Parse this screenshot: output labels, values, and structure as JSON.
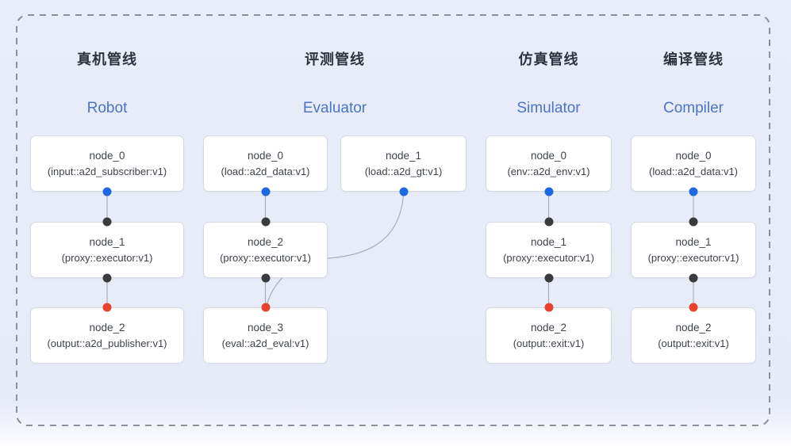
{
  "diagram": {
    "description_colors": {
      "background": "#e8ecf8",
      "frame_dash": "#8a909c",
      "node_background": "#ffffff",
      "node_border": "#d6dae3",
      "edge_line": "#a8aeb9",
      "output_port": "#1d6ae0",
      "proxy_port": "#3b3b3e",
      "sink_port": "#e8412c",
      "title_cn": "#2e333b",
      "title_en": "#4c73c6"
    },
    "pipelines": [
      {
        "title": "真机管线",
        "subtitle": "Robot",
        "nodes": [
          {
            "name": "node_0",
            "type": "(input::a2d_subscriber:v1)"
          },
          {
            "name": "node_1",
            "type": "(proxy::executor:v1)"
          },
          {
            "name": "node_2",
            "type": "(output::a2d_publisher:v1)"
          }
        ],
        "edges": [
          {
            "from": "node_0",
            "to": "node_1"
          },
          {
            "from": "node_1",
            "to": "node_2"
          }
        ]
      },
      {
        "title": "评测管线",
        "subtitle": "Evaluator",
        "nodes": [
          {
            "name": "node_0",
            "type": "(load::a2d_data:v1)"
          },
          {
            "name": "node_1",
            "type": "(load::a2d_gt:v1)"
          },
          {
            "name": "node_2",
            "type": "(proxy::executor:v1)"
          },
          {
            "name": "node_3",
            "type": "(eval::a2d_eval:v1)"
          }
        ],
        "edges": [
          {
            "from": "node_0",
            "to": "node_2"
          },
          {
            "from": "node_1",
            "to": "node_3"
          },
          {
            "from": "node_2",
            "to": "node_3"
          }
        ]
      },
      {
        "title": "仿真管线",
        "subtitle": "Simulator",
        "nodes": [
          {
            "name": "node_0",
            "type": "(env::a2d_env:v1)"
          },
          {
            "name": "node_1",
            "type": "(proxy::executor:v1)"
          },
          {
            "name": "node_2",
            "type": "(output::exit:v1)"
          }
        ],
        "edges": [
          {
            "from": "node_0",
            "to": "node_1"
          },
          {
            "from": "node_1",
            "to": "node_2"
          }
        ]
      },
      {
        "title": "编译管线",
        "subtitle": "Compiler",
        "nodes": [
          {
            "name": "node_0",
            "type": "(load::a2d_data:v1)"
          },
          {
            "name": "node_1",
            "type": "(proxy::executor:v1)"
          },
          {
            "name": "node_2",
            "type": "(output::exit:v1)"
          }
        ],
        "edges": [
          {
            "from": "node_0",
            "to": "node_1"
          },
          {
            "from": "node_1",
            "to": "node_2"
          }
        ]
      }
    ]
  }
}
